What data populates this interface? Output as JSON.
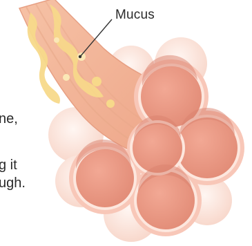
{
  "labels": {
    "callout": "Mucus"
  },
  "side_text": {
    "line_1": "ne,",
    "line_2": "g it",
    "line_3": "ugh."
  },
  "colors": {
    "alveoli_fill": "#ee9f8a",
    "alveoli_dark": "#dd8a76",
    "alveoli_rim": "#f8c7b8",
    "background_lobe": "#fbe3da",
    "airway": "#f3b79b",
    "airway_stripe": "#e8a889",
    "mucus": "#f7d98a",
    "mucus_light": "#fbe8b6",
    "leader_line": "#333333"
  }
}
